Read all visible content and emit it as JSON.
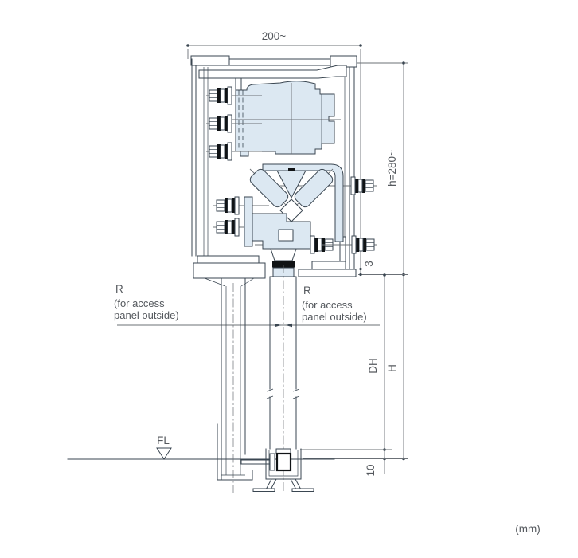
{
  "drawing": {
    "dim_top_width": "200~",
    "dim_case_height": "h=280~",
    "dim_gap": "3",
    "dim_door_height": "DH",
    "dim_opening_height": "H",
    "dim_floor_gap": "10",
    "floor_level": "FL",
    "units": "(mm)",
    "callout_left": {
      "r": "R",
      "line2": "(for access",
      "line3": "panel outside)"
    },
    "callout_right": {
      "r": "R",
      "line2": "(for access",
      "line3": "panel outside)"
    }
  },
  "colors": {
    "line": "#3a4651",
    "fill_light_blue": "#dce8f2",
    "dim": "#6b7076",
    "text": "#55595e",
    "accent_black": "#101315"
  }
}
